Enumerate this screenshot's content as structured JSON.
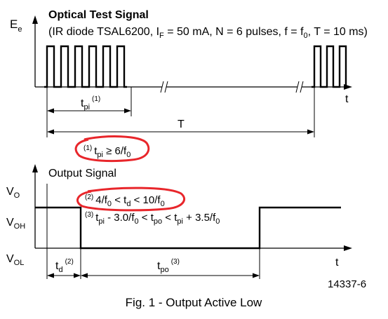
{
  "top_plot": {
    "y_axis_label": "E",
    "y_axis_sub": "e",
    "x_axis_label": "t",
    "title": "Optical Test Signal",
    "spec_parts": [
      "(IR diode TSAL6200, I",
      "F",
      " = 50 mA, N = 6 pulses, f = f",
      "0",
      ", T = 10 ms)"
    ],
    "tpi_label": "t",
    "tpi_sub": "pi",
    "tpi_note": "(1)",
    "period_label": "T",
    "pulse_count": 6
  },
  "note1": {
    "marker": "(1)",
    "parts": [
      "t",
      "pi",
      " ≥ 6/f",
      "0"
    ]
  },
  "bottom_plot": {
    "title": "Output Signal",
    "x_axis_label": "t",
    "levels": {
      "vo": [
        "V",
        "O"
      ],
      "voh": [
        "V",
        "OH"
      ],
      "vol": [
        "V",
        "OL"
      ]
    },
    "note2": {
      "marker": "(2)",
      "parts": [
        "4/f",
        "0",
        " < t",
        "d",
        " < 10/f",
        "0"
      ]
    },
    "note3": {
      "marker": "(3)",
      "parts": [
        "t",
        "pi",
        " - 3.0/f",
        "0",
        " < t",
        "po",
        " < t",
        "pi",
        " + 3.5/f",
        "0"
      ]
    },
    "td_label": "t",
    "td_sub": "d",
    "td_note": "(2)",
    "tpo_label": "t",
    "tpo_sub": "po",
    "tpo_note": "(3)"
  },
  "figure_id": "14337-6",
  "caption": "Fig. 1 - Output Active Low",
  "colors": {
    "highlight": "#e8262b",
    "ink": "#000000"
  }
}
